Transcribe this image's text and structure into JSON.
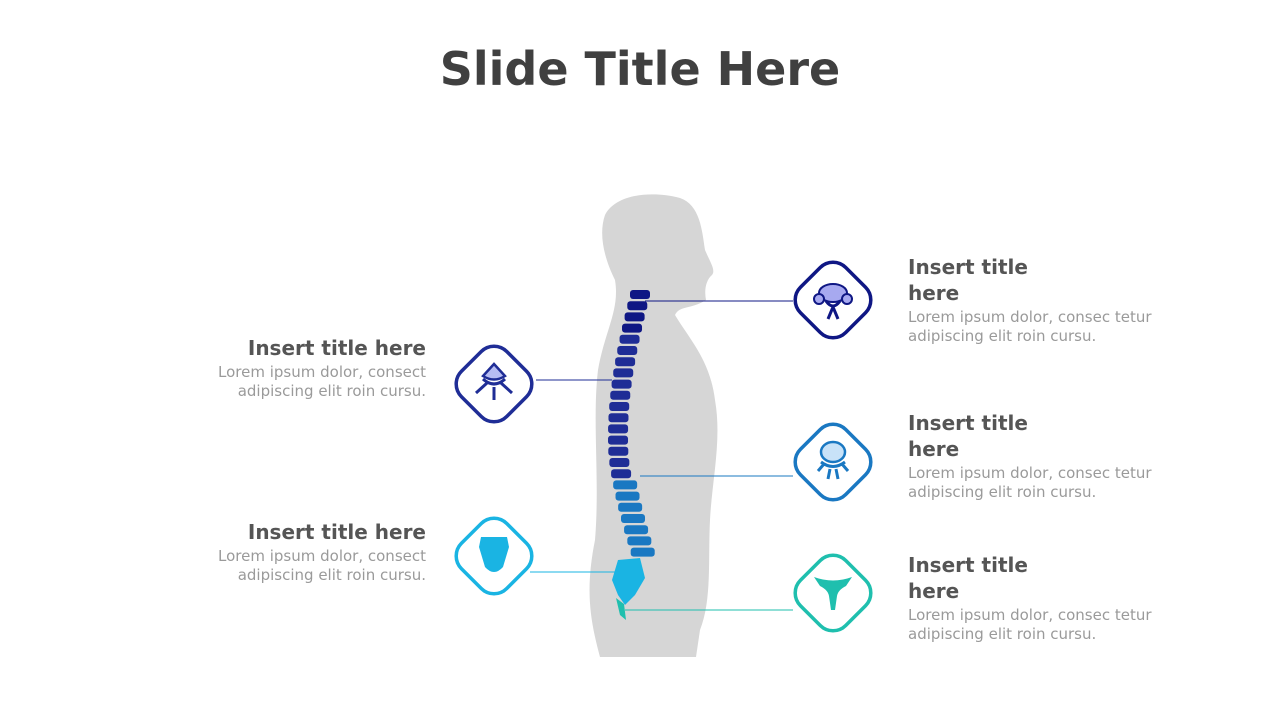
{
  "title": "Slide Title Here",
  "colors": {
    "navy": "#0f1784",
    "blue_dark": "#1f2d96",
    "blue_mid": "#1a78c2",
    "cyan": "#1ab4e3",
    "teal": "#1fbfae",
    "silhouette": "#d6d6d6"
  },
  "items": [
    {
      "title": "Insert title here",
      "desc": "Lorem ipsum dolor, consec tetur adipiscing elit roin cursu.",
      "icon": "cervical-vertebra-icon"
    },
    {
      "title": "Insert title here",
      "desc": "Lorem ipsum dolor, consect adipiscing elit roin cursu.",
      "icon": "thoracic-vertebra-icon"
    },
    {
      "title": "Insert title here",
      "desc": "Lorem ipsum dolor, consec tetur adipiscing elit roin cursu.",
      "icon": "lumbar-vertebra-icon"
    },
    {
      "title": "Insert title here",
      "desc": "Lorem ipsum dolor, consect adipiscing elit roin cursu.",
      "icon": "sacrum-icon"
    },
    {
      "title": "Insert title here",
      "desc": "Lorem ipsum dolor, consec tetur adipiscing elit roin cursu.",
      "icon": "coccyx-icon"
    }
  ]
}
